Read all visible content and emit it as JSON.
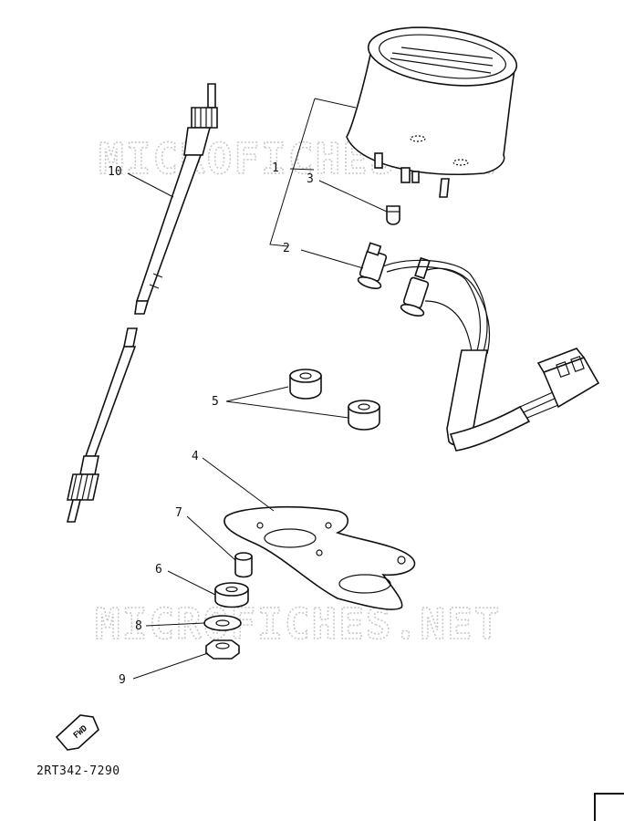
{
  "watermark": "MICROFICHES.NET",
  "diagram_code": "2RT342-7290",
  "fwd_label": "FWD",
  "callouts": {
    "c1": "1",
    "c2": "2",
    "c3": "3",
    "c4": "4",
    "c5": "5",
    "c6": "6",
    "c7": "7",
    "c8": "8",
    "c9": "9",
    "c10": "10"
  }
}
